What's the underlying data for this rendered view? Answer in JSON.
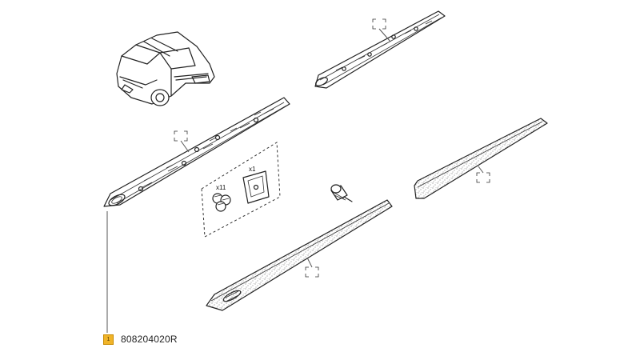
{
  "callouts": {
    "quantity_clip": "x11",
    "quantity_bracket": "x1"
  },
  "reference": {
    "badge": "1",
    "part_number": "808204020R",
    "badge_color": "#f0b429"
  },
  "icons": [
    "car-overview-icon",
    "box-callout-icon"
  ]
}
